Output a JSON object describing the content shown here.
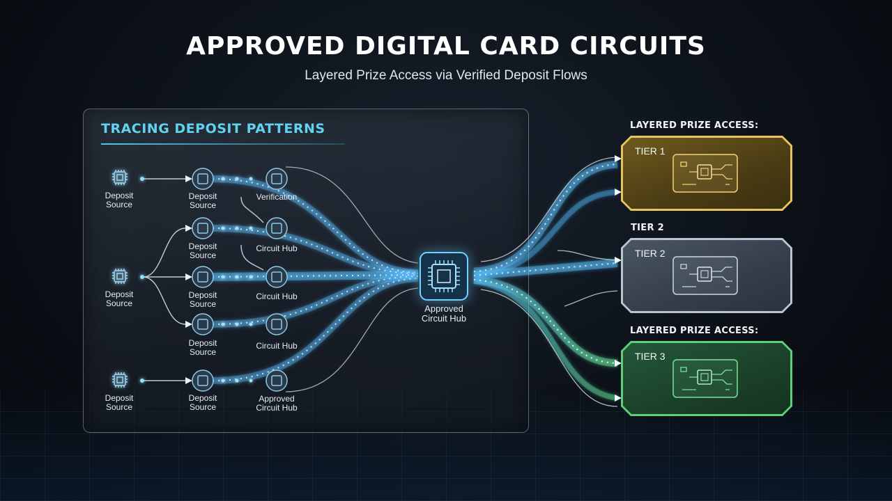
{
  "header": {
    "title": "APPROVED DIGITAL CARD CIRCUITS",
    "subtitle": "Layered Prize Access via Verified Deposit Flows"
  },
  "panel": {
    "heading": "TRACING DEPOSIT PATTERNS"
  },
  "nodes": {
    "source_1": "Deposit\nSource",
    "source_2": "Deposit\nSource",
    "source_3": "Deposit\nSource",
    "mid_1": "Deposit\nSource",
    "mid_2": "Deposit\nSource",
    "mid_3": "Deposit\nSource",
    "mid_4": "Deposit\nSource",
    "mid_5": "Deposit\nSource",
    "stage_1": "Verification",
    "stage_2": "Circuit Hub",
    "stage_3": "Circuit Hub",
    "stage_4": "Circuit Hub",
    "stage_5": "Approved\nCircuit Hub"
  },
  "hub": {
    "label": "Approved\nCircuit Hub"
  },
  "prize": {
    "header_1": "LAYERED PRIZE ACCESS:",
    "header_2": "TIER 2",
    "header_3": "LAYERED PRIZE ACCESS:"
  },
  "tiers": [
    {
      "name": "TIER 1",
      "color": "#e8c45a"
    },
    {
      "name": "TIER 2",
      "color": "#b9c6d2"
    },
    {
      "name": "TIER 3",
      "color": "#5fd07a"
    }
  ],
  "colors": {
    "flow_blue": "#4fb8f5",
    "flow_green": "#5fe08a",
    "accent_cyan": "#5fd3f0",
    "gold": "#e8c45a"
  }
}
